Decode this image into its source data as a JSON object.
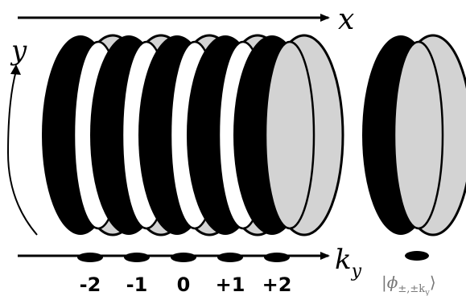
{
  "axes": {
    "x_label": "x",
    "y_label": "y",
    "ky_label": "k",
    "ky_subscript": "y"
  },
  "ky_ticks": [
    "-2",
    "-1",
    "0",
    "+1",
    "+2"
  ],
  "state_label": {
    "open": "|",
    "symbol": "ϕ",
    "sub": "±,±k",
    "subsub": "y",
    "close": "⟩"
  },
  "colors": {
    "ring_dark": "#000000",
    "ring_light": "#d3d3d3",
    "background": "#ffffff"
  }
}
